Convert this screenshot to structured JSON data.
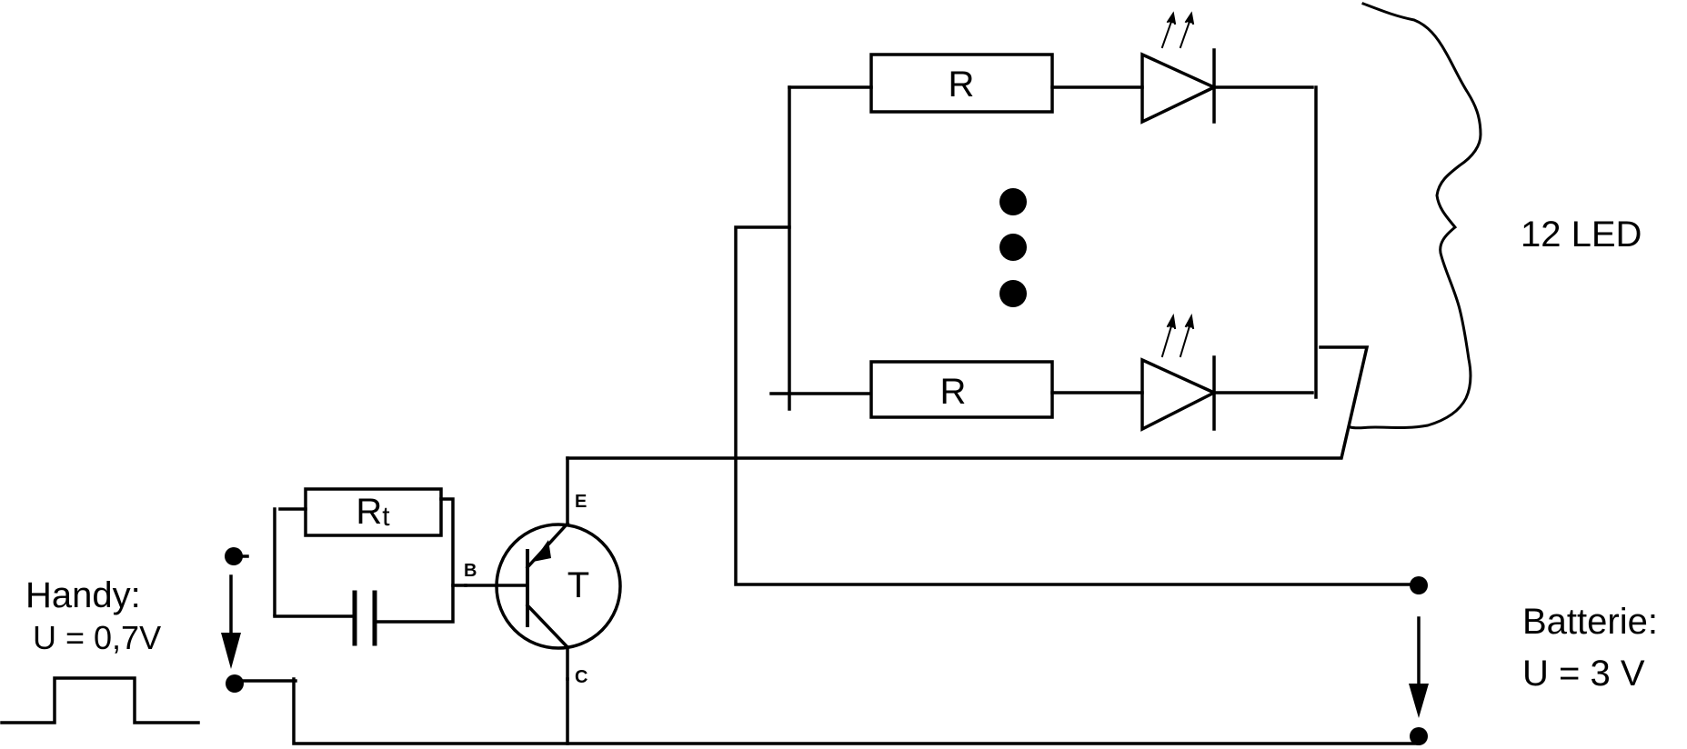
{
  "labels": {
    "r_top": "R",
    "r_bottom": "R",
    "rt_main": "R",
    "rt_sub": "t",
    "transistor": "T",
    "emitter": "E",
    "base": "B",
    "collector": "C",
    "led_count": "12 LED",
    "handy_title": "Handy:",
    "handy_voltage": "U = 0,7V",
    "battery_title": "Batterie:",
    "battery_voltage": "U = 3 V"
  },
  "colors": {
    "stroke": "#000000",
    "background": "#ffffff"
  }
}
